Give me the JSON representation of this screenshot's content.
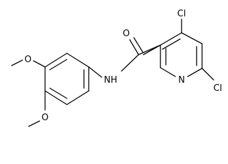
{
  "molecule": {
    "atoms": {
      "cl_top": "Cl",
      "cl_bottom": "Cl",
      "carbonyl_o": "O",
      "amide_nh": "NH",
      "ring_n": "N",
      "methoxy_o_upper": "O",
      "methoxy_o_lower": "O"
    }
  }
}
